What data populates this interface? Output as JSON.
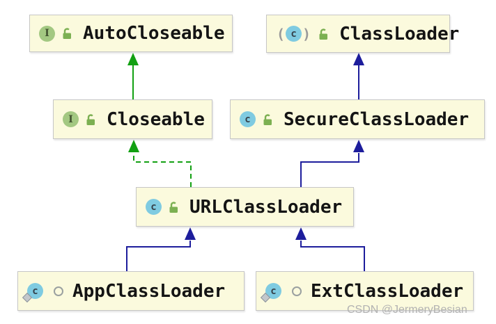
{
  "diagram": {
    "type": "uml-class-diagram",
    "nodes": [
      {
        "label": "AutoCloseable",
        "kind": "interface",
        "visibility": "public"
      },
      {
        "label": "ClassLoader",
        "kind": "abstract-class",
        "visibility": "public"
      },
      {
        "label": "Closeable",
        "kind": "interface",
        "visibility": "public"
      },
      {
        "label": "SecureClassLoader",
        "kind": "class",
        "visibility": "public"
      },
      {
        "label": "URLClassLoader",
        "kind": "class",
        "visibility": "public"
      },
      {
        "label": "AppClassLoader",
        "kind": "nested-class",
        "visibility": "package-private"
      },
      {
        "label": "ExtClassLoader",
        "kind": "nested-class",
        "visibility": "package-private"
      }
    ],
    "edges": [
      {
        "from": "Closeable",
        "to": "AutoCloseable",
        "relation": "extends",
        "line": "solid",
        "color": "#12a012"
      },
      {
        "from": "SecureClassLoader",
        "to": "ClassLoader",
        "relation": "extends",
        "line": "solid",
        "color": "#1d1d9c"
      },
      {
        "from": "URLClassLoader",
        "to": "Closeable",
        "relation": "implements",
        "line": "dashed",
        "color": "#12a012"
      },
      {
        "from": "URLClassLoader",
        "to": "SecureClassLoader",
        "relation": "extends",
        "line": "solid",
        "color": "#1d1d9c"
      },
      {
        "from": "AppClassLoader",
        "to": "URLClassLoader",
        "relation": "extends",
        "line": "solid",
        "color": "#1d1d9c"
      },
      {
        "from": "ExtClassLoader",
        "to": "URLClassLoader",
        "relation": "extends",
        "line": "solid",
        "color": "#1d1d9c"
      }
    ],
    "icons": {
      "interface_glyph": "I",
      "class_glyph": "c",
      "paren_open": "(",
      "paren_close": ")"
    },
    "colors": {
      "node_bg": "#fbfadd",
      "node_border": "#c6c6c6",
      "extends_arrow": "#1d1d9c",
      "interface_arrow": "#12a012",
      "interface_icon_bg": "#a3c882",
      "class_icon_bg": "#7fcbe1",
      "lock_icon": "#7cb052"
    }
  },
  "watermark": {
    "text": "CSDN @JermeryBesian"
  }
}
